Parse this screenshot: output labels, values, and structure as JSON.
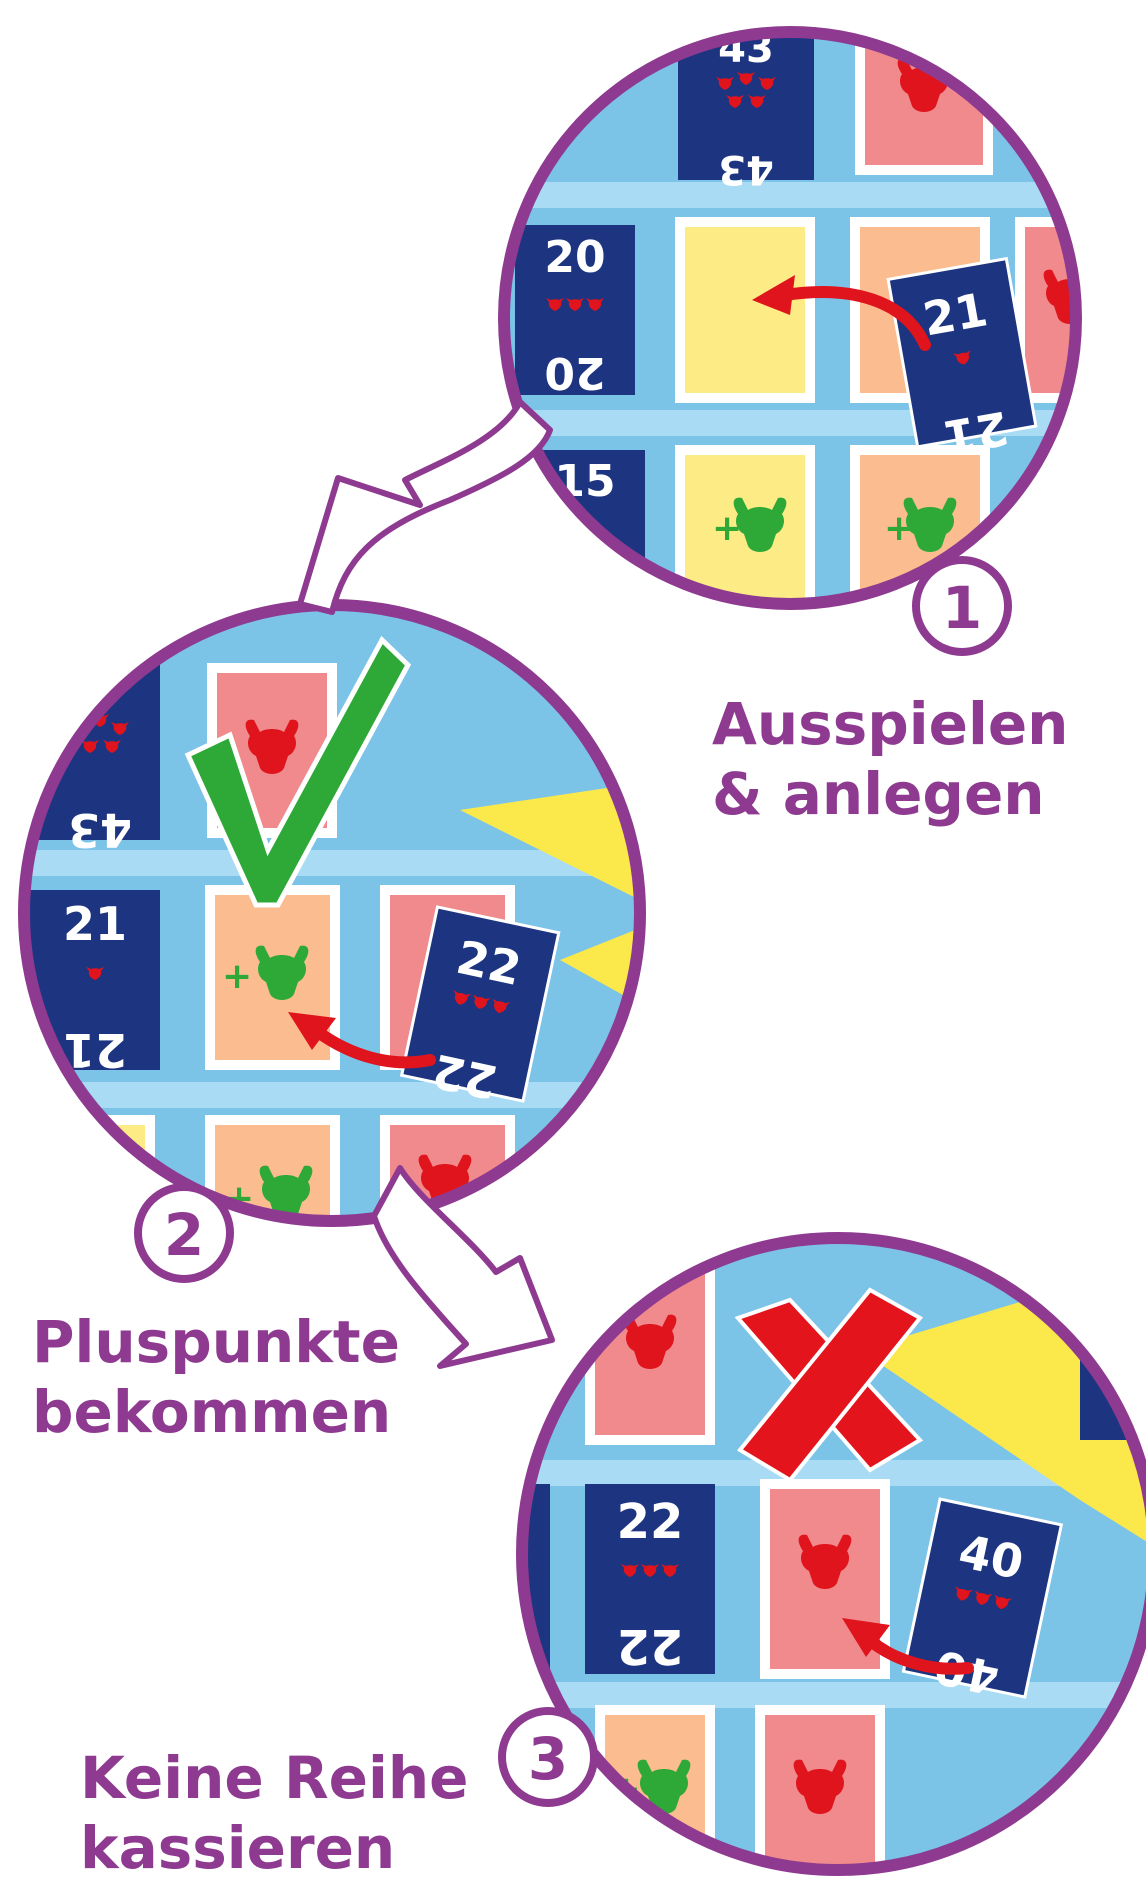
{
  "colors": {
    "frame": "#8e3a90",
    "board": "#7cc3e8",
    "board_gap": "#a9dbf4",
    "card_navy": "#1d3480",
    "card_pink": "#f08a8d",
    "card_orange": "#fbbd90",
    "card_yellow": "#fdeb86",
    "arrow_red": "#e0141c",
    "check_green": "#2ea836",
    "cross_red": "#e3141b",
    "bull_red": "#e0141c",
    "bull_green": "#2ea836",
    "light_yellow": "#fbe84a"
  },
  "steps": [
    {
      "number": "1",
      "caption_lines": [
        "Ausspielen",
        "& anlegen"
      ],
      "cards": [
        {
          "top": "43",
          "bottom": "43"
        },
        {
          "top": "20",
          "bottom": "20"
        },
        {
          "top": "15",
          "bottom": ""
        },
        {
          "top": "21",
          "bottom": "21"
        }
      ]
    },
    {
      "number": "2",
      "caption_lines": [
        "Pluspunkte",
        "bekommen"
      ],
      "cards": [
        {
          "top": "",
          "bottom": "43"
        },
        {
          "top": "21",
          "bottom": "21"
        },
        {
          "top": "22",
          "bottom": "22"
        }
      ]
    },
    {
      "number": "3",
      "caption_lines": [
        "Keine Reihe",
        "kassieren"
      ],
      "cards": [
        {
          "top": "22",
          "bottom": "22"
        },
        {
          "top": "40",
          "bottom": "40"
        }
      ]
    }
  ]
}
